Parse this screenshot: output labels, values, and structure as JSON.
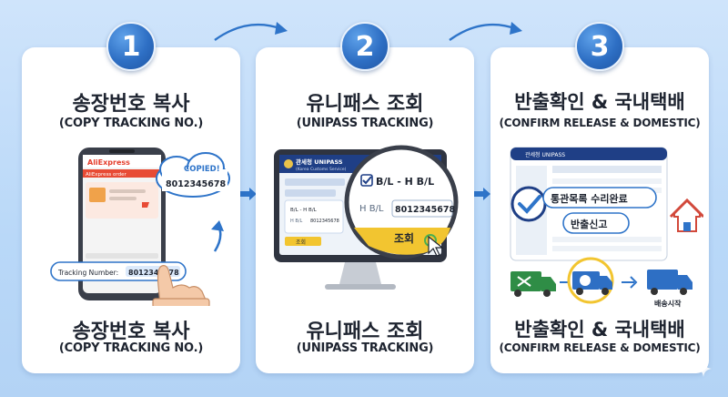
{
  "steps": [
    {
      "number": "1",
      "title": "송장번호 복사",
      "subtitle": "(COPY TRACKING NO.)"
    },
    {
      "number": "2",
      "title": "유니패스 조회",
      "subtitle": "(UNIPASS TRACKING)"
    },
    {
      "number": "3",
      "title": "반출확인 & 국내택배",
      "subtitle": "(CONFIRM RELEASE & DOMESTIC)"
    }
  ],
  "phone": {
    "app_name": "AliExpress",
    "order_label": "AliExpress order",
    "copied_label": "COPIED!",
    "copied_number": "8012345678",
    "tracking_label": "Tracking Number:",
    "tracking_number": "8012345678"
  },
  "unipass": {
    "site_title": "관세청 UNIPASS",
    "site_subtitle": "(Korea Customs Service)",
    "checkbox_label": "B/L - H B/L",
    "hbl_label": "H B/L",
    "hbl_value": "8012345678",
    "search_button": "조회"
  },
  "release": {
    "site_title": "관세청 UNIPASS",
    "status_1": "통관목록 수리완료",
    "status_2": "반출신고",
    "delivery_label": "배송시작"
  }
}
